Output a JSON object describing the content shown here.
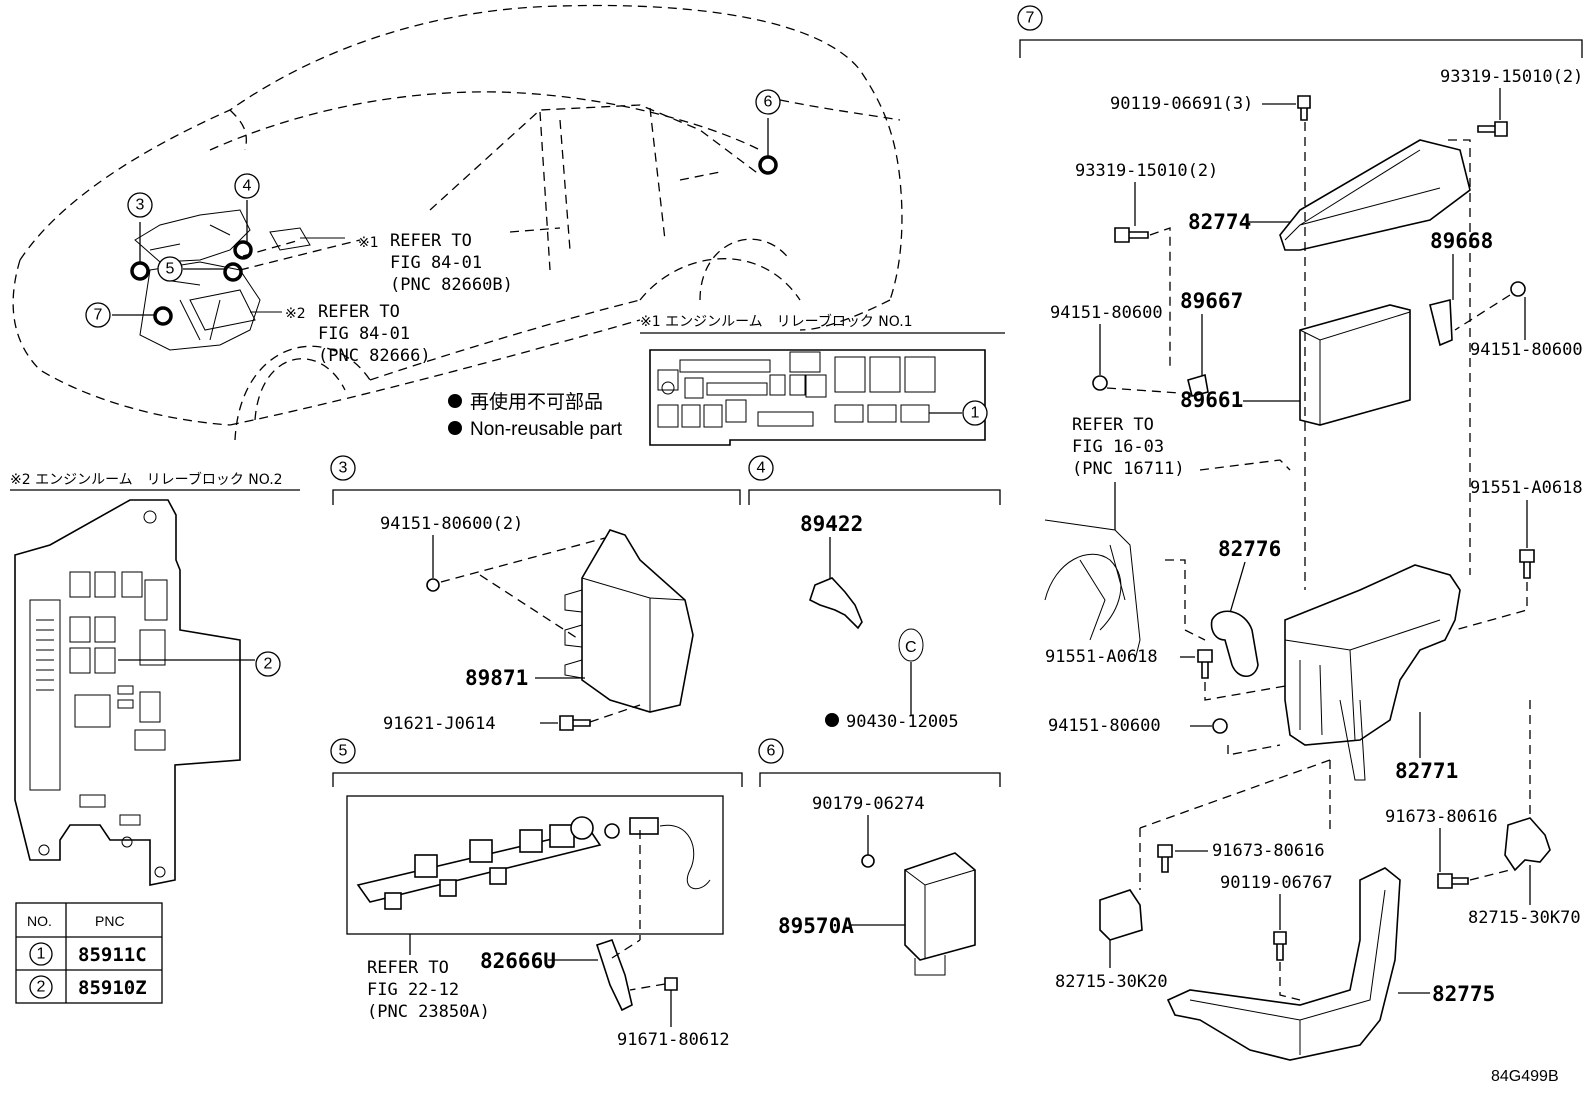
{
  "diagram_code": "84G499B",
  "callout_numbers": [
    "1",
    "2",
    "3",
    "4",
    "5",
    "6",
    "7"
  ],
  "car_overview": {
    "ref1_mark": "※1",
    "ref1_lines": [
      "REFER TO",
      "FIG 84-01",
      "(PNC 82660B)"
    ],
    "ref2_mark": "※2",
    "ref2_lines": [
      "REFER TO",
      "FIG 84-01",
      "(PNC 82666)"
    ]
  },
  "relay_block_1": {
    "title": "※1 エンジンルーム　リレーブロック NO.1"
  },
  "relay_block_2": {
    "title": "※2 エンジンルーム　リレーブロック NO.2"
  },
  "legend": {
    "jp": "再使用不可部品",
    "en": "Non-reusable part"
  },
  "pnc_table": {
    "headers": [
      "NO.",
      "PNC"
    ],
    "rows": [
      {
        "no": "1",
        "pnc": "85911C"
      },
      {
        "no": "2",
        "pnc": "85910Z"
      }
    ]
  },
  "section3": {
    "parts": [
      "94151-80600(2)",
      "89871",
      "91621-J0614"
    ]
  },
  "section4": {
    "parts": [
      "89422",
      "90430-12005"
    ],
    "marker": "C"
  },
  "section5": {
    "parts": [
      "82666U",
      "91671-80612"
    ],
    "ref_lines": [
      "REFER TO",
      "FIG 22-12",
      "(PNC 23850A)"
    ]
  },
  "section6": {
    "parts": [
      "90179-06274",
      "89570A"
    ]
  },
  "section7": {
    "parts": {
      "p1": "90119-06691(3)",
      "p2": "93319-15010(2)",
      "p3": "93319-15010(2)",
      "p4": "82774",
      "p5": "89668",
      "p6": "94151-80600",
      "p7": "89667",
      "p8": "94151-80600",
      "p9": "89661",
      "p10": "91551-A0618",
      "p11": "82776",
      "p12": "91551-A0618",
      "p13": "94151-80600",
      "p14": "82771",
      "p15": "91673-80616",
      "p16": "91673-80616",
      "p17": "90119-06767",
      "p18": "82715-30K70",
      "p19": "82715-30K20",
      "p20": "82775"
    },
    "ref_lines": [
      "REFER TO",
      "FIG 16-03",
      "(PNC 16711)"
    ]
  }
}
